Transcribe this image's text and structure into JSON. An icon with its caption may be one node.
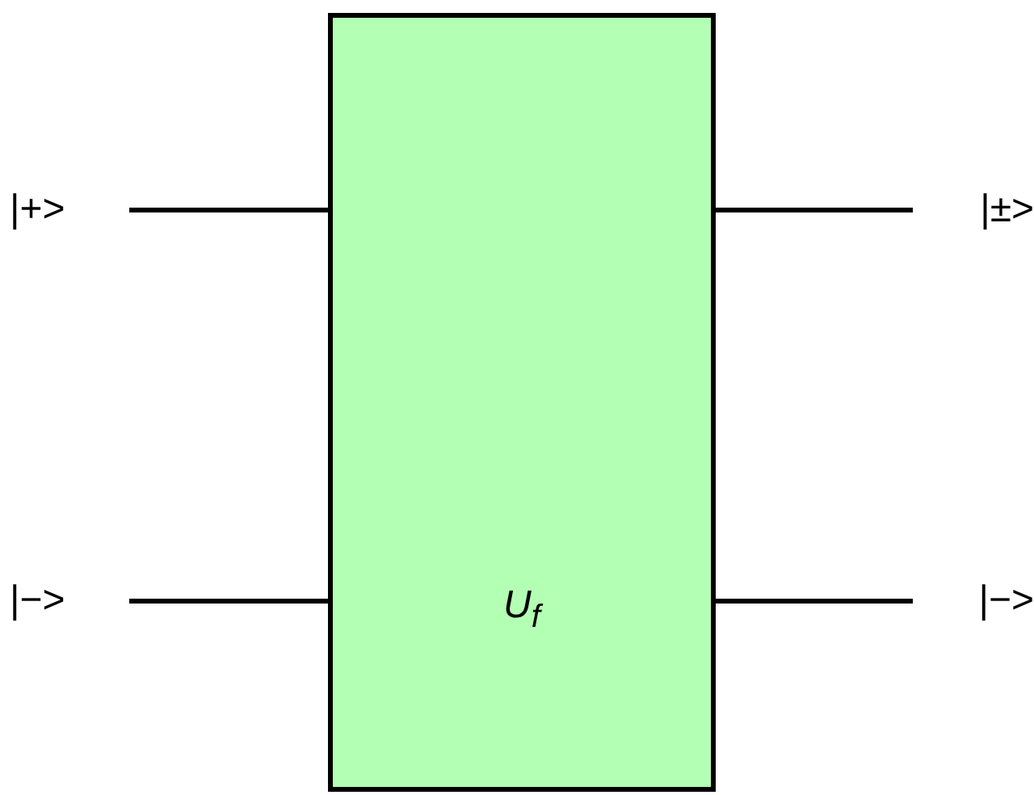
{
  "diagram": {
    "nodes": [
      {
        "text": [
          "U$_{f}$"
        ]
      },
      {
        "text": [
          "|+>"
        ]
      },
      {
        "text": [
          "|−>"
        ]
      },
      {
        "text": [
          "|±>"
        ]
      },
      {
        "text": [
          "|−>"
        ]
      }
    ],
    "edges": [
      {
        "from": 1,
        "to": 0,
        "arrow": "none"
      },
      {
        "from": 2,
        "to": 0,
        "arrow": "none"
      },
      {
        "from": 0,
        "to": 3,
        "arrow": "none"
      },
      {
        "from": 0,
        "to": 4,
        "arrow": "none"
      }
    ]
  }
}
